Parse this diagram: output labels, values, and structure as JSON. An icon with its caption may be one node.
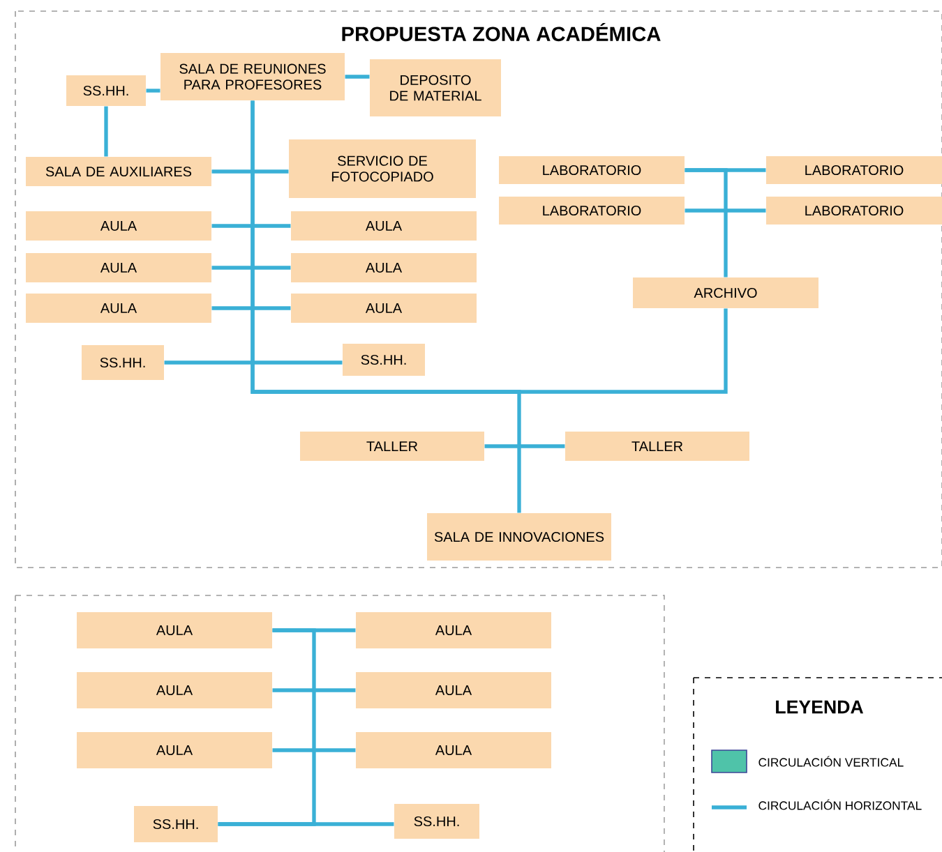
{
  "diagram": {
    "title": "PROPUESTA ZONA ACADÉMICA",
    "nodes": [
      {
        "text": [
          "SS.HH."
        ]
      },
      {
        "text": [
          "SALA DE REUNIONES PARA PROFESORES"
        ]
      },
      {
        "text": [
          "DEPOSITO DE MATERIAL"
        ]
      },
      {
        "text": [
          "SALA DE AUXILIARES"
        ]
      },
      {
        "text": [
          "SERVICIO DE FOTOCOPIADO"
        ]
      },
      {
        "text": [
          "LABORATORIO"
        ]
      },
      {
        "text": [
          "LABORATORIO"
        ]
      },
      {
        "text": [
          "LABORATORIO"
        ]
      },
      {
        "text": [
          "LABORATORIO"
        ]
      },
      {
        "text": [
          "AULA"
        ]
      },
      {
        "text": [
          "AULA"
        ]
      },
      {
        "text": [
          "AULA"
        ]
      },
      {
        "text": [
          "AULA"
        ]
      },
      {
        "text": [
          "AULA"
        ]
      },
      {
        "text": [
          "AULA"
        ]
      },
      {
        "text": [
          "ARCHIVO"
        ]
      },
      {
        "text": [
          "SS.HH."
        ]
      },
      {
        "text": [
          "SS.HH."
        ]
      },
      {
        "text": [
          "TALLER"
        ]
      },
      {
        "text": [
          "TALLER"
        ]
      },
      {
        "text": [
          "SALA DE INNOVACIONES"
        ]
      },
      {
        "text": [
          "AULA"
        ]
      },
      {
        "text": [
          "AULA"
        ]
      },
      {
        "text": [
          "AULA"
        ]
      },
      {
        "text": [
          "AULA"
        ]
      },
      {
        "text": [
          "AULA"
        ]
      },
      {
        "text": [
          "AULA"
        ]
      },
      {
        "text": [
          "SS.HH."
        ]
      },
      {
        "text": [
          "SS.HH."
        ]
      }
    ],
    "edges": [
      {
        "from": 0,
        "to": 1,
        "arrow": "none"
      },
      {
        "from": 1,
        "to": 2,
        "arrow": "none"
      },
      {
        "from": 0,
        "to": 3,
        "arrow": "none"
      },
      {
        "from": 3,
        "to": 4,
        "arrow": "none"
      },
      {
        "from": 9,
        "to": 10,
        "arrow": "none"
      },
      {
        "from": 11,
        "to": 12,
        "arrow": "none"
      },
      {
        "from": 13,
        "to": 14,
        "arrow": "none"
      },
      {
        "from": 16,
        "to": 17,
        "arrow": "none"
      },
      {
        "from": 5,
        "to": 6,
        "arrow": "none"
      },
      {
        "from": 7,
        "to": 8,
        "arrow": "none"
      },
      {
        "from": 5,
        "to": 15,
        "arrow": "none"
      },
      {
        "from": 1,
        "to": 15,
        "arrow": "none"
      },
      {
        "from": 1,
        "to": 20,
        "arrow": "none"
      },
      {
        "from": 18,
        "to": 19,
        "arrow": "none"
      },
      {
        "from": 21,
        "to": 22,
        "arrow": "none"
      },
      {
        "from": 23,
        "to": 24,
        "arrow": "none"
      },
      {
        "from": 25,
        "to": 26,
        "arrow": "none"
      },
      {
        "from": 27,
        "to": 28,
        "arrow": "none"
      },
      {
        "from": 21,
        "to": 27,
        "arrow": "none"
      }
    ],
    "labels": [
      "LEYENDA"
    ],
    "legend": [
      {
        "text": "CIRCULACIÓN VERTICAL",
        "color": "#4fc3a9"
      },
      {
        "text": "CIRCULACIÓN HORIZONTAL"
      }
    ]
  }
}
